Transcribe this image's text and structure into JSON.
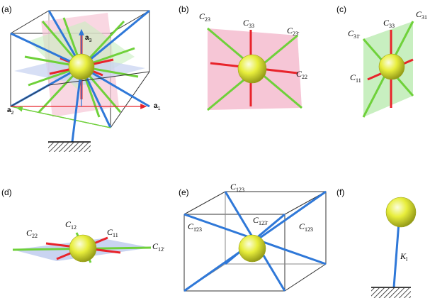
{
  "panels": {
    "a": {
      "label": "(a)",
      "vectors": {
        "a1": {
          "base": "a",
          "sub": "1"
        },
        "a2": {
          "base": "a",
          "sub": "2"
        },
        "a3": {
          "base": "a",
          "sub": "3"
        }
      }
    },
    "b": {
      "label": "(b)",
      "labels": {
        "c23": {
          "base": "C",
          "sub": "23"
        },
        "c33": {
          "base": "C",
          "sub": "33"
        },
        "c23bar": {
          "base": "C",
          "sub": "23̄"
        },
        "c22": {
          "base": "C",
          "sub": "22"
        }
      }
    },
    "c": {
      "label": "(c)",
      "labels": {
        "c31": {
          "base": "C",
          "sub": "31"
        },
        "c33": {
          "base": "C",
          "sub": "33"
        },
        "c31bar": {
          "base": "C",
          "sub": "31̄"
        },
        "c11": {
          "base": "C",
          "sub": "11"
        }
      }
    },
    "d": {
      "label": "(d)",
      "labels": {
        "c22": {
          "base": "C",
          "sub": "22"
        },
        "c12": {
          "base": "C",
          "sub": "12"
        },
        "c11": {
          "base": "C",
          "sub": "11"
        },
        "c12bar": {
          "base": "C",
          "sub": "12̄"
        }
      }
    },
    "e": {
      "label": "(e)",
      "labels": {
        "c123": {
          "base": "C",
          "sub": "123"
        },
        "c123bar3": {
          "base": "C",
          "sub": "123̄"
        },
        "c1bar23": {
          "base": "C",
          "sub": "1̄23"
        },
        "c12bar3": {
          "base": "C",
          "sub": "12̄3"
        }
      }
    },
    "f": {
      "label": "(f)",
      "labels": {
        "kl": {
          "base": "K",
          "sub": "l"
        }
      }
    }
  },
  "colors": {
    "red": "#e8242b",
    "green": "#6fd13a",
    "blue": "#2f78d8",
    "pink_plane": "#f6c6d6",
    "green_plane": "#c8efc0",
    "blue_plane": "#c9d4f1",
    "sphere": "#e7ec3a"
  }
}
